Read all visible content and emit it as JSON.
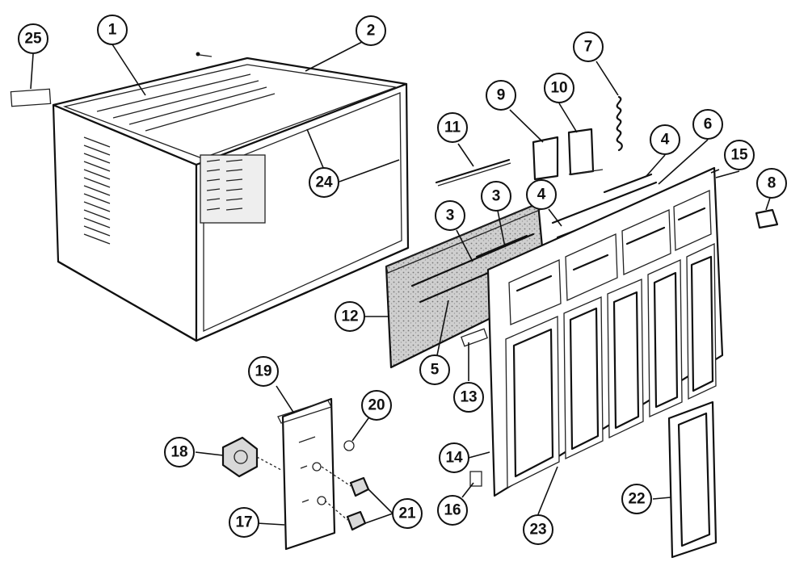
{
  "diagram": {
    "callouts": [
      {
        "id": "1",
        "label": "1"
      },
      {
        "id": "2",
        "label": "2"
      },
      {
        "id": "3a",
        "label": "3"
      },
      {
        "id": "3b",
        "label": "3"
      },
      {
        "id": "4a",
        "label": "4"
      },
      {
        "id": "4b",
        "label": "4"
      },
      {
        "id": "5",
        "label": "5"
      },
      {
        "id": "6",
        "label": "6"
      },
      {
        "id": "7",
        "label": "7"
      },
      {
        "id": "8",
        "label": "8"
      },
      {
        "id": "9",
        "label": "9"
      },
      {
        "id": "10",
        "label": "10"
      },
      {
        "id": "11",
        "label": "11"
      },
      {
        "id": "12",
        "label": "12"
      },
      {
        "id": "13",
        "label": "13"
      },
      {
        "id": "14",
        "label": "14"
      },
      {
        "id": "15",
        "label": "15"
      },
      {
        "id": "16",
        "label": "16"
      },
      {
        "id": "17",
        "label": "17"
      },
      {
        "id": "18",
        "label": "18"
      },
      {
        "id": "19",
        "label": "19"
      },
      {
        "id": "20",
        "label": "20"
      },
      {
        "id": "21",
        "label": "21"
      },
      {
        "id": "22",
        "label": "22"
      },
      {
        "id": "23",
        "label": "23"
      },
      {
        "id": "24",
        "label": "24"
      },
      {
        "id": "25",
        "label": "25"
      }
    ]
  }
}
